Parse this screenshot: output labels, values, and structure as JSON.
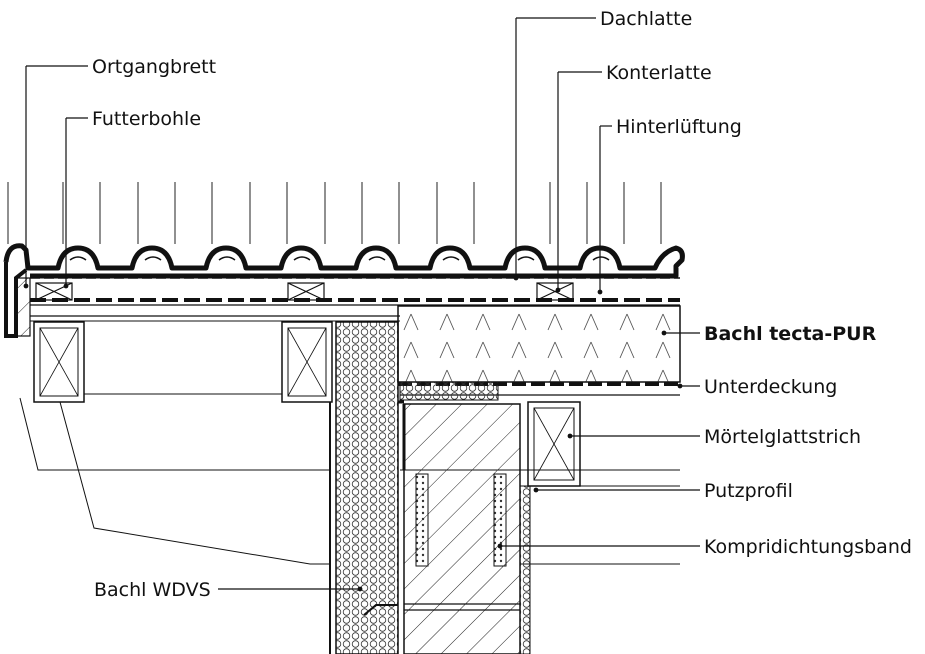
{
  "labels": {
    "dachlatte": "Dachlatte",
    "ortgangbrett": "Ortgangbrett",
    "konterlatte": "Konterlatte",
    "futterbohle": "Futterbohle",
    "hinterlueftung": "Hinterlüftung",
    "tecta_pur": "Bachl tecta-PUR",
    "unterdeckung": "Unterdeckung",
    "moertelglattstrich": "Mörtelglattstrich",
    "putzprofil": "Putzprofil",
    "kompridichtungsband": "Kompridichtungsband",
    "wdvs": "Bachl WDVS"
  },
  "colors": {
    "line": "#111111",
    "background": "#ffffff"
  }
}
